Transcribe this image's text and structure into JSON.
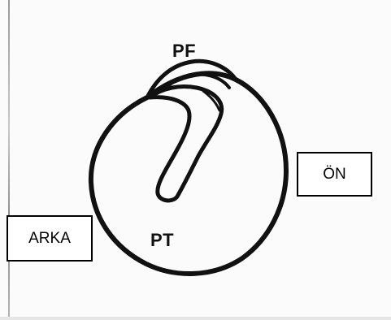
{
  "labels": {
    "pf": "PF",
    "pt": "PT",
    "front": "ÖN",
    "back": "ARKA"
  },
  "colors": {
    "stroke": "#111111",
    "background": "#fbfbfb",
    "box_border": "#000000"
  }
}
